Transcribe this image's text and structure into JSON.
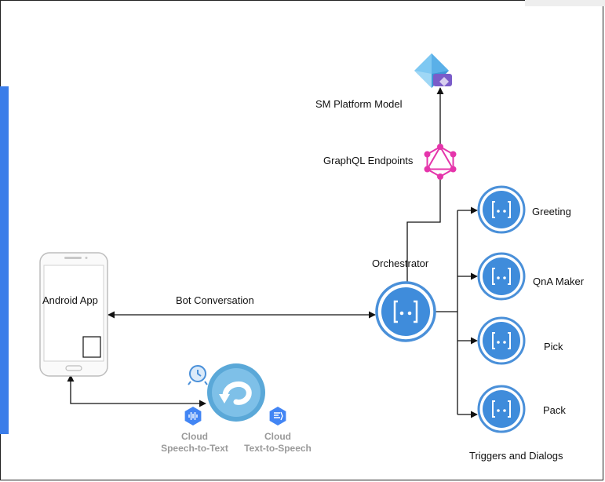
{
  "colors": {
    "bot_blue": "#4a90d9",
    "accent_bar": "#3b7de9",
    "graphql_pink": "#e535ab"
  },
  "labels": {
    "sm_platform_model": "SM Platform Model",
    "graphql_endpoints": "GraphQL Endpoints",
    "orchestrator": "Orchestrator",
    "android_app": "Android App",
    "bot_conversation": "Bot Conversation",
    "greeting": "Greeting",
    "qna_maker": "QnA Maker",
    "pick": "Pick",
    "pack": "Pack",
    "triggers_and_dialogs": "Triggers and Dialogs",
    "cloud_stt_1": "Cloud",
    "cloud_stt_2": "Speech-to-Text",
    "cloud_tts_1": "Cloud",
    "cloud_tts_2": "Text-to-Speech"
  },
  "icons": [
    "azure-model-icon",
    "graphql-icon",
    "android-phone-icon",
    "bot-icon",
    "dialogflow-icon",
    "speech-to-text-icon",
    "text-to-speech-icon",
    "timer-icon"
  ]
}
